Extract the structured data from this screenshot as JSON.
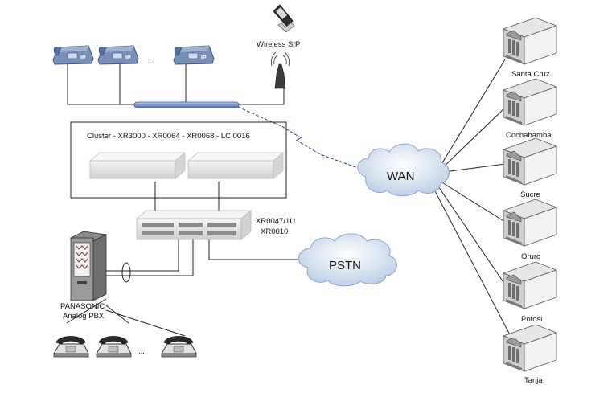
{
  "wireless_label": "Wireless SIP",
  "ellipsis": "...",
  "cluster_label": "Cluster - XR3000 - XR0064 - XR0068 - LC 0016",
  "switch_label_1": "XR0047/1U",
  "switch_label_2": "XR0010",
  "wan_label": "WAN",
  "pstn_label": "PSTN",
  "pbx_label_1": "PANASONIC",
  "pbx_label_2": "Analog PBX",
  "sites": [
    {
      "name": "Santa Cruz"
    },
    {
      "name": "Cochabamba"
    },
    {
      "name": "Sucre"
    },
    {
      "name": "Oruro"
    },
    {
      "name": "Potosi"
    },
    {
      "name": "Tarija"
    }
  ],
  "colors": {
    "phone_blue": "#6d86ad",
    "bus_blue": "#7f9cd0",
    "cloud_fill": "#dbe7f4",
    "building_roof": "#d9d9d9"
  }
}
